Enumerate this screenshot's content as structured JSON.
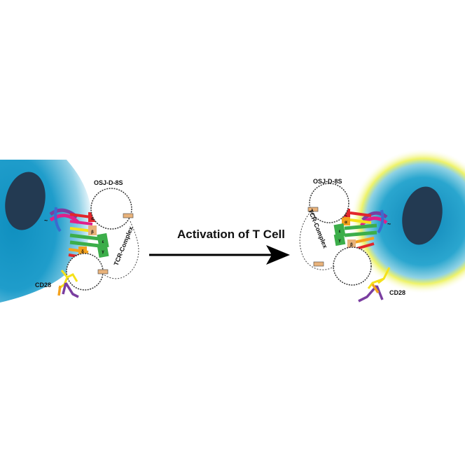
{
  "labels": {
    "vesicle_left": "OSJ-D-8S",
    "vesicle_right": "OSJ-D-8S",
    "tcr_left": "TCR-Complex",
    "tcr_right": "TCR-Complex",
    "cd28_left": "CD28",
    "cd28_right": "CD28",
    "arrow": "Activation of T Cell"
  },
  "chain_letters_left": [
    "α",
    "β",
    "ε",
    "γ",
    "δ",
    "ζ"
  ],
  "chain_letters_right": [
    "ζ",
    "α",
    "ε",
    "γ",
    "β",
    "δ"
  ],
  "colors": {
    "cell_blue": "#1aa0c9",
    "nucleus": "#233a52",
    "glow_yellow": "#f2ee5a",
    "green": "#3cae4a",
    "red": "#e2262b",
    "orange": "#f4a21e",
    "magenta": "#e0208a",
    "purple": "#7a3ea0",
    "yellow": "#f5e11a"
  }
}
